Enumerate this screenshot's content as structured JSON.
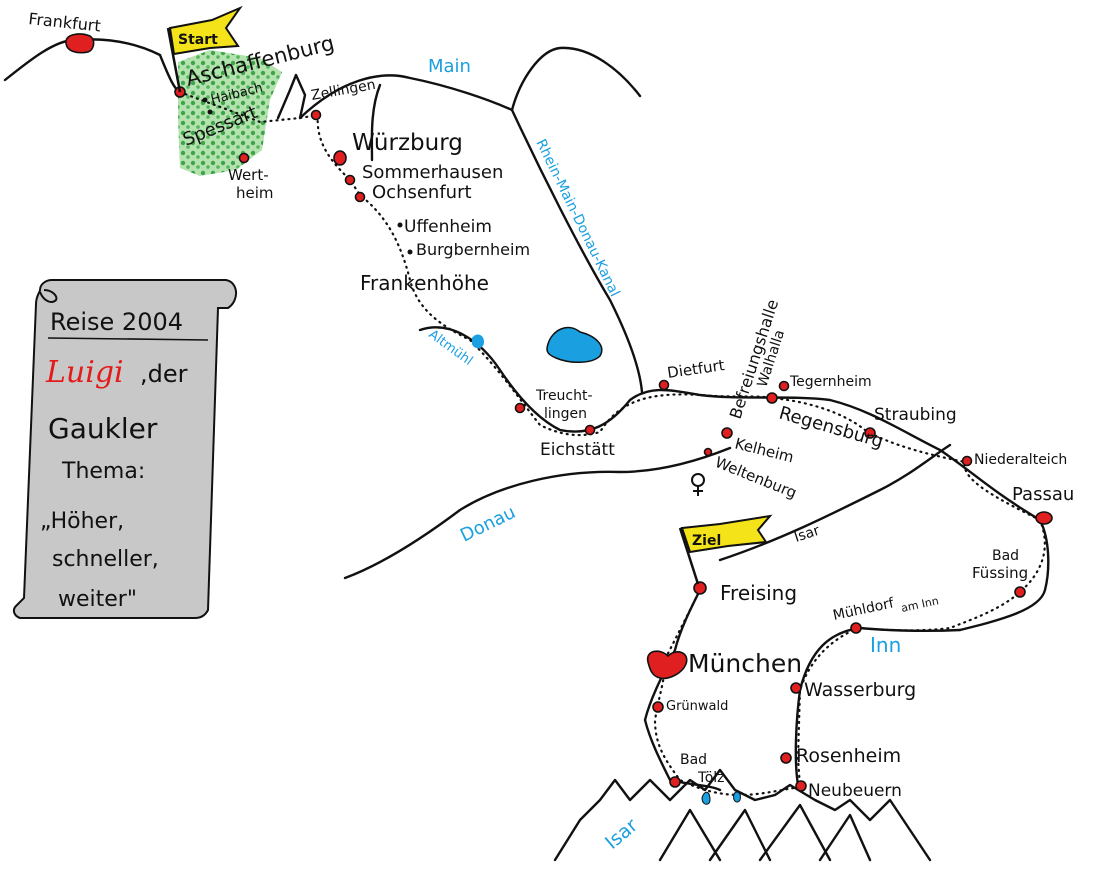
{
  "colors": {
    "city": "#e02020",
    "water": "#1a9fe0",
    "forest": "#3fa34a",
    "flag": "#f5e31a",
    "scroll": "#c8c8c8",
    "highlight": "#e31b1b"
  },
  "flags": {
    "start": "Start",
    "finish": "Ziel"
  },
  "places": {
    "frankfurt": "Frankfurt",
    "aschaffenburg": "Aschaffenburg",
    "haibach": "Haibach",
    "spessart": "Spessart",
    "wertheim": "Wert-\nheim",
    "zellingen": "Zellingen",
    "wuerzburg": "Würzburg",
    "sommerhausen": "Sommerhausen",
    "ochsenfurt": "Ochsenfurt",
    "uffenheim": "Uffenheim",
    "burgbernheim": "Burgbernheim",
    "frankenhoehe": "Frankenhöhe",
    "treuchtlingen": "Treucht-\nlingen",
    "eichstaett": "Eichstätt",
    "dietfurt": "Dietfurt",
    "befreiungshalle": "Befreiungshalle",
    "walhalla": "Walhalla",
    "tegernheim": "Tegernheim",
    "regensburg": "Regensburg",
    "straubing": "Straubing",
    "niederalteich": "Niederalteich",
    "passau": "Passau",
    "kelheim": "Kelheim",
    "weltenburg": "Weltenburg",
    "bad_fuessing": "Bad\nFüssing",
    "freising": "Freising",
    "muehldorf": "Mühldorf",
    "am_inn": "am Inn",
    "muenchen": "München",
    "gruenwald": "Grünwald",
    "wasserburg": "Wasserburg",
    "rosenheim": "Rosenheim",
    "bad_toelz": "Bad\nTölz",
    "neubeuern": "Neubeuern"
  },
  "waters": {
    "main": "Main",
    "canal": "Rhein-Main-Donau-Kanal",
    "altmuehl": "Altmühl",
    "donau": "Donau",
    "isar_upper": "Isar",
    "inn": "Inn",
    "isar_lower": "Isar"
  },
  "scroll_note": {
    "title": "Reise 2004",
    "name": "Luigi",
    "name_suffix": ",der",
    "line3": "Gaukler",
    "line4": "Thema:",
    "line5": "„Höher,",
    "line6": "schneller,",
    "line7": "weiter\""
  }
}
